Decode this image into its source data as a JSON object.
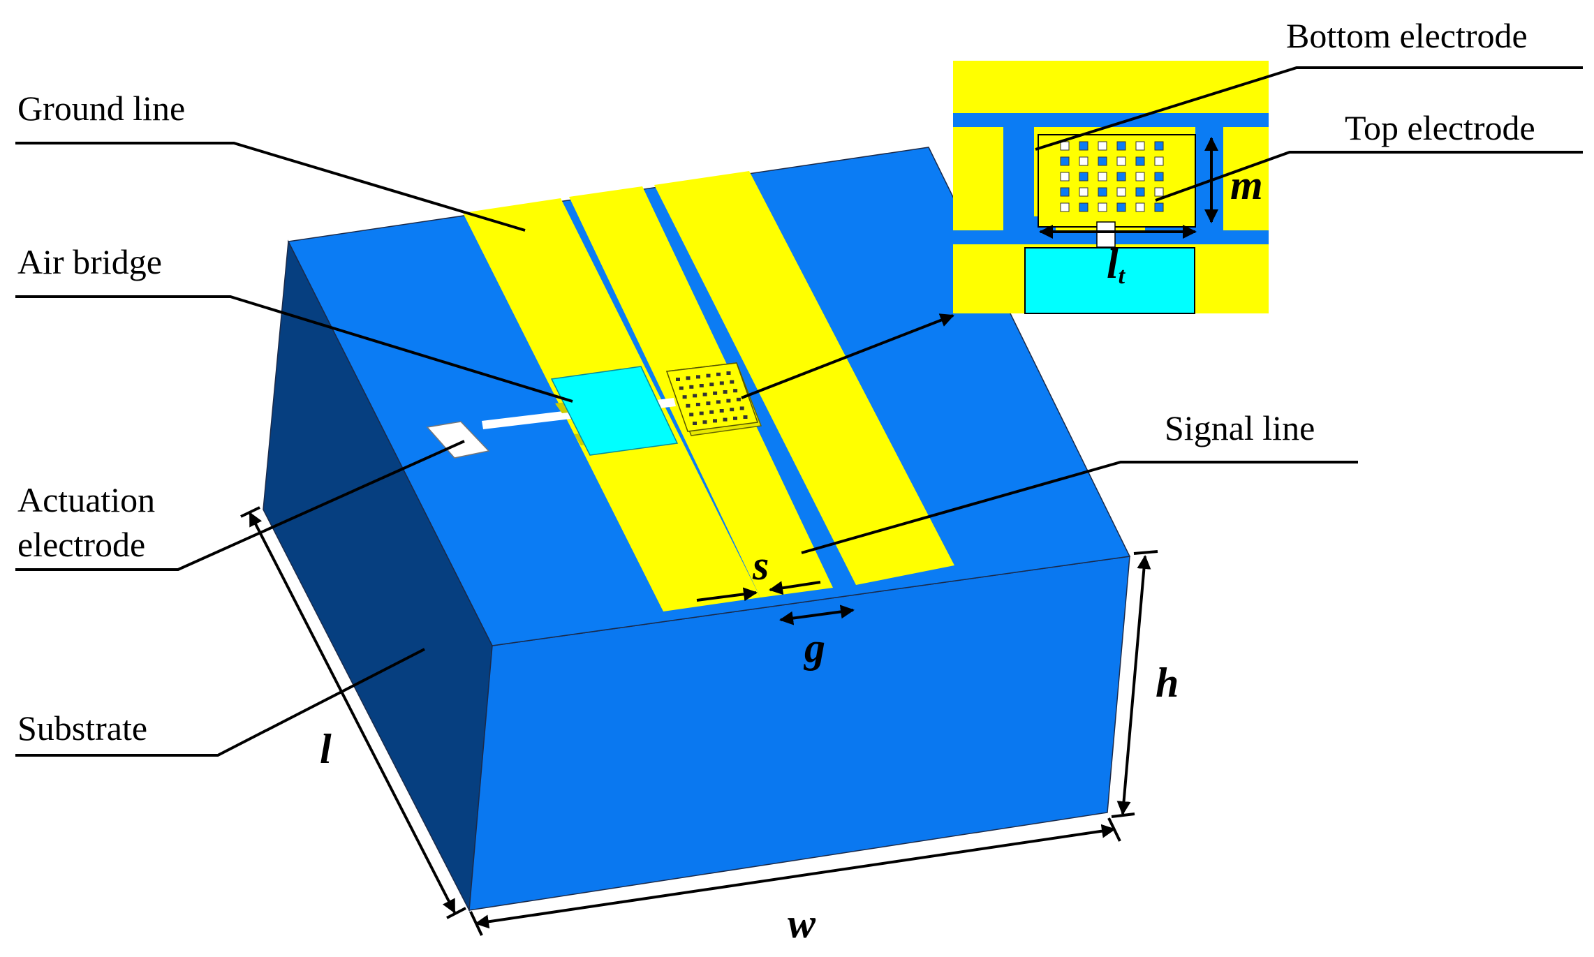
{
  "labels": {
    "ground_line": "Ground line",
    "air_bridge": "Air bridge",
    "actuation_line1": "Actuation",
    "actuation_line2": "electrode",
    "substrate": "Substrate",
    "signal_line": "Signal line",
    "bottom_electrode": "Bottom electrode",
    "top_electrode": "Top electrode"
  },
  "dimensions": {
    "l": "l",
    "w": "w",
    "h": "h",
    "s": "s",
    "g": "g",
    "m": "m",
    "lt_main": "l",
    "lt_sub": "t"
  },
  "colors": {
    "substrate_top": "#0b7cf4",
    "substrate_front": "#0a78f0",
    "substrate_side": "#063f80",
    "metal": "#ffff00",
    "air_bridge": "#00ffff",
    "actuation_pad": "#ffffff",
    "line": "#000000"
  }
}
